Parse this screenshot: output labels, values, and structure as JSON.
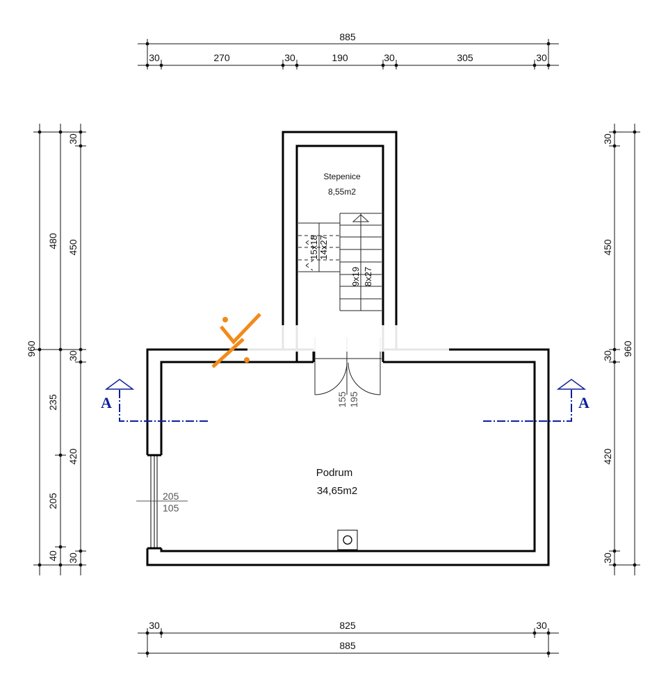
{
  "plan": {
    "rooms": [
      {
        "name": "Stepenice",
        "area": "8,55m2"
      },
      {
        "name": "Podrum",
        "area": "34,65m2"
      }
    ],
    "stairs": {
      "flight_left": [
        "15x18",
        "14x27"
      ],
      "flight_right": [
        "9x19",
        "8x27"
      ]
    },
    "door": {
      "width": "155",
      "height": "195"
    },
    "window": {
      "width": "205",
      "height": "105"
    },
    "section_mark": "A",
    "top_dims": {
      "total": "885",
      "chain": [
        "30",
        "270",
        "30",
        "190",
        "30",
        "305",
        "30"
      ]
    },
    "bottom_dims": {
      "chain": [
        "30",
        "825",
        "30"
      ],
      "total": "885"
    },
    "left_dims": {
      "outer": [
        "480",
        "960"
      ],
      "middle": [
        "235",
        "205",
        "40"
      ],
      "inner": [
        "30",
        "450",
        "30",
        "420",
        "30"
      ]
    },
    "right_dims": {
      "inner": [
        "30",
        "450",
        "30",
        "420",
        "30"
      ],
      "total": "960"
    },
    "logo": {
      "text": "",
      "color": "#f28a1a"
    }
  }
}
